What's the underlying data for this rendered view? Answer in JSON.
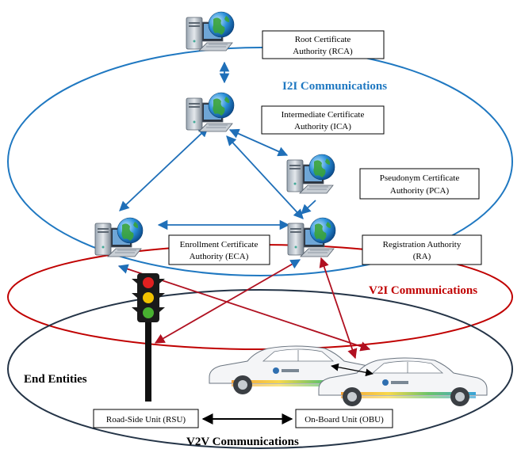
{
  "authorities": {
    "rca": {
      "line1": "Root Certificate",
      "line2": "Authority (RCA)"
    },
    "ica": {
      "line1": "Intermediate  Certificate",
      "line2": "Authority (ICA)"
    },
    "pca": {
      "line1": "Pseudonym  Certificate",
      "line2": "Authority (PCA)"
    },
    "eca": {
      "line1": "Enrollment Certificate",
      "line2": "Authority (ECA)"
    },
    "ra": {
      "line1": "Registration Authority",
      "line2": "(RA)"
    }
  },
  "regions": {
    "i2i": "I2I Communications",
    "v2i": "V2I Communications",
    "v2v": "V2V Communications",
    "end_entities": "End Entities"
  },
  "units": {
    "rsu": "Road-Side Unit (RSU)",
    "obu": "On-Board Unit (OBU)"
  },
  "colors": {
    "i2i": "#1f78c1",
    "v2i": "#c00000",
    "v2v": "#243447",
    "arrow_blue": "#1f6fb8",
    "arrow_red": "#b01020"
  }
}
